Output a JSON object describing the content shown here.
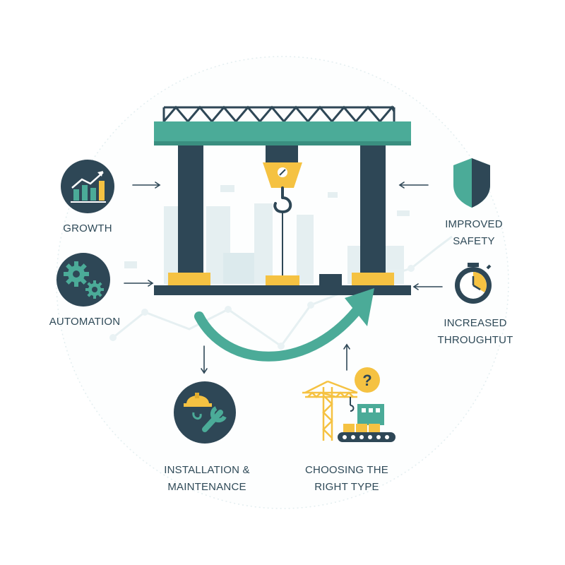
{
  "labels": {
    "growth": "GROWTH",
    "automation": "AUTOMATION",
    "safety_line1": "IMPROVED",
    "safety_line2": "SAFETY",
    "throughput_line1": "INCREASED",
    "throughput_line2": "THROUGHTUT",
    "install_line1": "INSTALLATION &",
    "install_line2": "MAINTENANCE",
    "choose_line1": "CHOOSING THE",
    "choose_line2": "RIGHT TYPE",
    "question_mark": "?"
  },
  "icons": {
    "growth": "growth-chart-icon",
    "automation": "gears-icon",
    "safety": "shield-icon",
    "throughput": "stopwatch-icon",
    "install": "hard-hat-wrench-icon",
    "choose": "tower-crane-icon"
  },
  "colors": {
    "teal": "#4bab98",
    "navy": "#2e4756",
    "yellow": "#f5c242",
    "light_teal": "#cfe3e6",
    "text": "#2f4a58"
  }
}
